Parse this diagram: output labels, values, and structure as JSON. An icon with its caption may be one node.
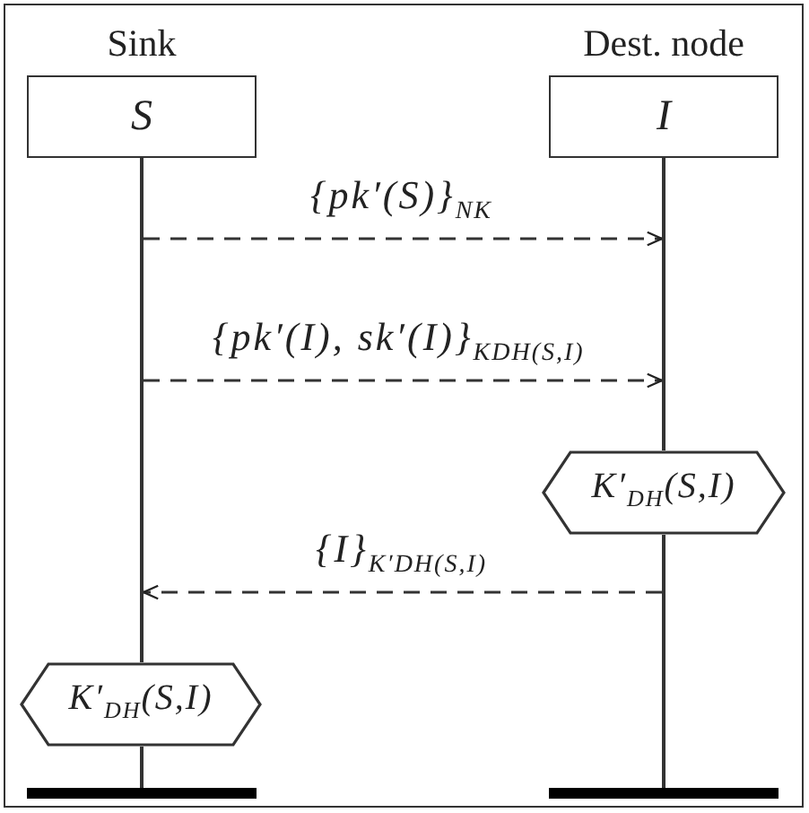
{
  "diagram": {
    "nodes": [
      {
        "text": [
          "Sink",
          "S"
        ]
      },
      {
        "text": [
          "Dest. node",
          "I"
        ]
      },
      {
        "text": [],
        "shape": "line"
      },
      {
        "text": [],
        "shape": "line"
      },
      {
        "text": [
          "K′$_{DH}$(S,I)"
        ]
      },
      {
        "text": [],
        "shape": "line"
      },
      {
        "text": [
          "K′$_{DH}$(S,I)"
        ]
      },
      {
        "text": [],
        "shape": "line"
      },
      {
        "text": [],
        "shape": "bar"
      },
      {
        "text": [],
        "shape": "bar"
      }
    ],
    "edges": [
      {
        "from": 2,
        "to": 3,
        "arrow": "to",
        "style": "dashed",
        "label": "{pk′(S)}$_{NK}$"
      },
      {
        "from": 2,
        "to": 3,
        "arrow": "to",
        "style": "dashed",
        "label": "{pk′(I), sk′(I)}$_{KDH(S,I)}$"
      },
      {
        "from": 5,
        "to": 2,
        "arrow": "to",
        "style": "dashed",
        "label": "{I}$_{K′DH(S,I)}$"
      }
    ]
  }
}
